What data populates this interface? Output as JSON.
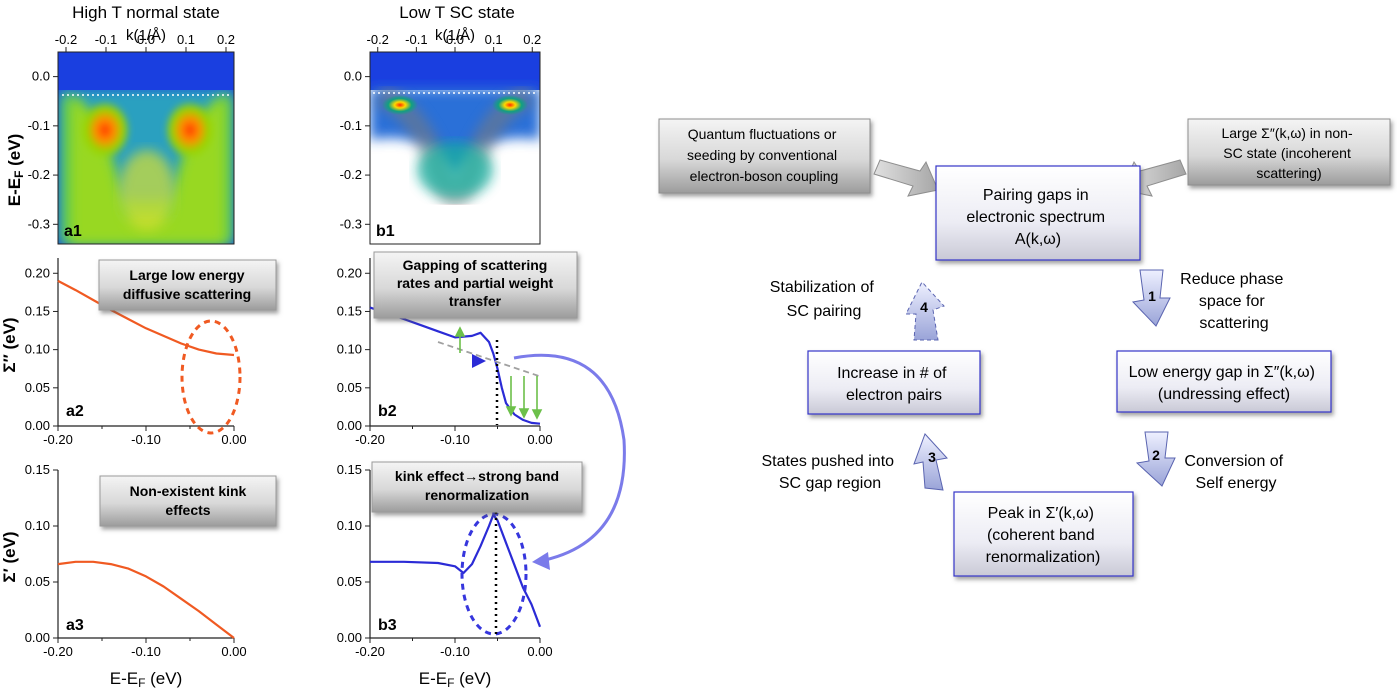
{
  "left_figure": {
    "col_a_title": "High T normal state",
    "col_b_title": "Low T SC state",
    "k_axis_label": "k(1/Å)",
    "k_ticks": [
      "-0.2",
      "-0.1",
      "0.0",
      "0.1",
      "0.2"
    ],
    "energy_axis_label_prefix": "E-E",
    "energy_axis_label_sub": "F",
    "energy_axis_label_suffix": " (eV)",
    "energy_ticks": [
      "0.0",
      "-0.1",
      "-0.2",
      "-0.3"
    ],
    "x_ticks": [
      "-0.20",
      "-0.10",
      "0.00"
    ],
    "sigma2_ticks": [
      "0.20",
      "0.15",
      "0.10",
      "0.05",
      "0.00"
    ],
    "sigma1_ticks": [
      "0.15",
      "0.10",
      "0.05",
      "0.00"
    ],
    "sigma2_axis_label": "Σ″ (eV)",
    "sigma1_axis_label": "Σ′ (eV)",
    "panel_labels": {
      "a1": "a1",
      "a2": "a2",
      "a3": "a3",
      "b1": "b1",
      "b2": "b2",
      "b3": "b3"
    },
    "callouts": {
      "a2": [
        "Large low energy",
        "diffusive scattering"
      ],
      "b2": [
        "Gapping of scattering",
        "rates and partial weight",
        "transfer"
      ],
      "a3": [
        "Non-existent kink",
        "effects"
      ],
      "b3": [
        "kink effect→strong band",
        "renormalization"
      ]
    }
  },
  "chart_data": [
    {
      "panel": "a2",
      "type": "line",
      "xlabel": "E-EF (eV)",
      "ylabel": "Σ″ (eV)",
      "xlim": [
        -0.2,
        0.0
      ],
      "ylim": [
        0.0,
        0.22
      ],
      "series": [
        {
          "color": "#f05a22",
          "x": [
            -0.2,
            -0.18,
            -0.16,
            -0.14,
            -0.12,
            -0.1,
            -0.08,
            -0.06,
            -0.04,
            -0.02,
            0.0
          ],
          "y": [
            0.19,
            0.178,
            0.165,
            0.152,
            0.14,
            0.128,
            0.118,
            0.108,
            0.1,
            0.095,
            0.093
          ]
        }
      ]
    },
    {
      "panel": "b2",
      "type": "line",
      "xlabel": "E-EF (eV)",
      "ylabel": "Σ″ (eV)",
      "xlim": [
        -0.2,
        0.0
      ],
      "ylim": [
        0.0,
        0.22
      ],
      "series": [
        {
          "color": "#2b2bd6",
          "x": [
            -0.2,
            -0.18,
            -0.16,
            -0.14,
            -0.12,
            -0.1,
            -0.08,
            -0.07,
            -0.06,
            -0.055,
            -0.05,
            -0.045,
            -0.04,
            -0.03,
            -0.02,
            -0.01,
            0.0
          ],
          "y": [
            0.155,
            0.148,
            0.14,
            0.132,
            0.124,
            0.116,
            0.118,
            0.122,
            0.11,
            0.095,
            0.075,
            0.05,
            0.03,
            0.015,
            0.008,
            0.004,
            0.003
          ]
        },
        {
          "color": "#a0a0a0",
          "style": "dashed",
          "x": [
            -0.12,
            0.0
          ],
          "y": [
            0.11,
            0.065
          ]
        }
      ]
    },
    {
      "panel": "a3",
      "type": "line",
      "xlabel": "E-EF (eV)",
      "ylabel": "Σ′ (eV)",
      "xlim": [
        -0.2,
        0.0
      ],
      "ylim": [
        0.0,
        0.15
      ],
      "series": [
        {
          "color": "#f05a22",
          "x": [
            -0.2,
            -0.18,
            -0.16,
            -0.14,
            -0.12,
            -0.1,
            -0.08,
            -0.06,
            -0.04,
            -0.02,
            0.0
          ],
          "y": [
            0.066,
            0.068,
            0.068,
            0.066,
            0.062,
            0.055,
            0.046,
            0.035,
            0.024,
            0.012,
            0.0
          ]
        }
      ]
    },
    {
      "panel": "b3",
      "type": "line",
      "xlabel": "E-EF (eV)",
      "ylabel": "Σ′ (eV)",
      "xlim": [
        -0.2,
        0.0
      ],
      "ylim": [
        0.0,
        0.15
      ],
      "series": [
        {
          "color": "#2b2bd6",
          "x": [
            -0.2,
            -0.16,
            -0.12,
            -0.1,
            -0.09,
            -0.08,
            -0.07,
            -0.06,
            -0.055,
            -0.05,
            -0.04,
            -0.03,
            -0.02,
            -0.01,
            0.0
          ],
          "y": [
            0.068,
            0.068,
            0.067,
            0.064,
            0.058,
            0.066,
            0.082,
            0.1,
            0.11,
            0.105,
            0.085,
            0.065,
            0.045,
            0.03,
            0.01
          ]
        }
      ]
    }
  ],
  "diagram": {
    "center": [
      "Pairing gaps in",
      "electronic spectrum",
      "A(k,ω)"
    ],
    "input_left": [
      "Quantum fluctuations or",
      "seeding by conventional",
      "electron-boson coupling"
    ],
    "input_right": [
      "Large Σ″(k,ω) in non-",
      "SC state (incoherent",
      "scattering)"
    ],
    "node_right": [
      "Low energy gap in Σ″(k,ω)",
      "(undressing effect)"
    ],
    "node_bottom": [
      "Peak in Σ′(k,ω)",
      "(coherent band",
      "renormalization)"
    ],
    "node_left": [
      "Increase in # of",
      "electron pairs"
    ],
    "step1": {
      "num": "1",
      "text": [
        "Reduce phase",
        "space for",
        "scattering"
      ]
    },
    "step2": {
      "num": "2",
      "text": [
        "Conversion of",
        "Self energy"
      ]
    },
    "step3": {
      "num": "3",
      "text": [
        "States pushed into",
        "SC gap region"
      ]
    },
    "step4": {
      "num": "4",
      "text": [
        "Stabilization of",
        "SC pairing"
      ]
    }
  }
}
